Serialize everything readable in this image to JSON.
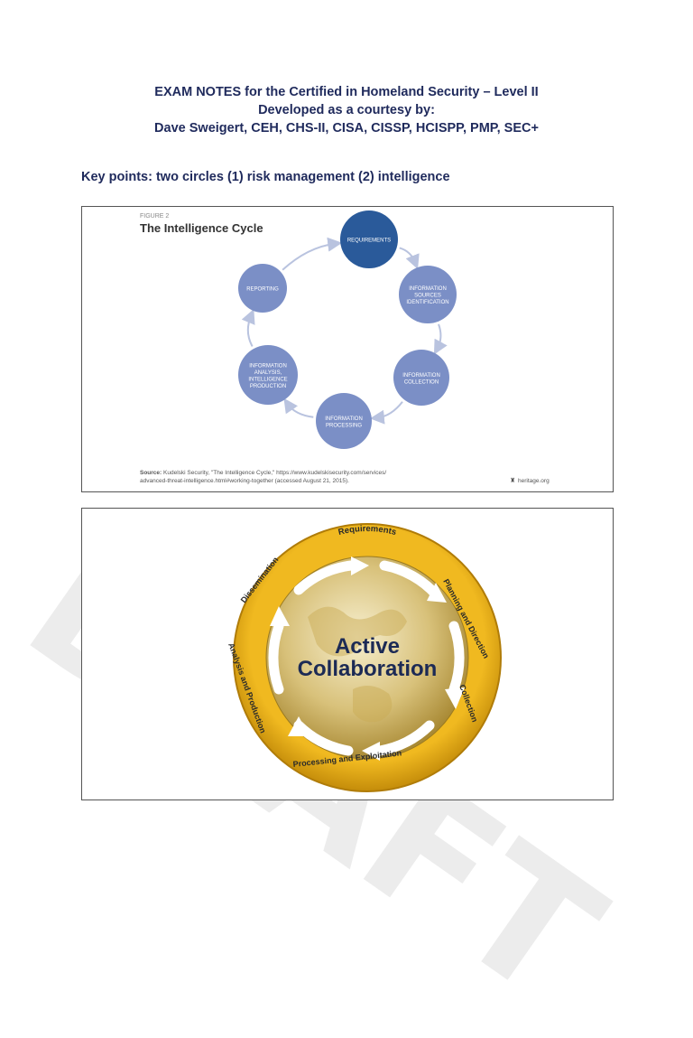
{
  "header": {
    "line1": "EXAM NOTES for the Certified in Homeland Security – Level II",
    "line2": "Developed as a courtesy by:",
    "line3": "Dave Sweigert, CEH, CHS-II, CISA, CISSP, HCISPP, PMP, SEC+"
  },
  "key_points": "Key points: two circles (1) risk management (2) intelligence",
  "figure1": {
    "label": "FIGURE 2",
    "title": "The Intelligence Cycle",
    "nodes": [
      {
        "lines": [
          "REQUIREMENTS"
        ]
      },
      {
        "lines": [
          "INFORMATION",
          "SOURCES",
          "IDENTIFICATION"
        ]
      },
      {
        "lines": [
          "INFORMATION",
          "COLLECTION"
        ]
      },
      {
        "lines": [
          "INFORMATION",
          "PROCESSING"
        ]
      },
      {
        "lines": [
          "INFORMATION",
          "ANALYSIS,",
          "INTELLIGENCE",
          "PRODUCTION"
        ]
      },
      {
        "lines": [
          "REPORTING"
        ]
      }
    ],
    "source_label": "Source:",
    "source_line1": " Kudelski Security, \"The Intelligence Cycle,\" https://www.kudelskisecurity.com/services/",
    "source_line2": "advanced-threat-intelligence.html#working-together (accessed August 21, 2015).",
    "brand": "heritage.org",
    "colors": {
      "active": "#2a5a9a",
      "node": "#7b8fc6",
      "arrow": "#b9c3df"
    }
  },
  "figure2": {
    "center_line1": "Active",
    "center_line2": "Collaboration",
    "ring_labels": {
      "requirements": "Requirements",
      "planning": "Planning and Direction",
      "collection": "Collection",
      "processing": "Processing and Exploitation",
      "analysis": "Analysis and Production",
      "dissemination": "Dissemination"
    },
    "colors": {
      "ring": "#e2a814",
      "ring_dark": "#b07c08",
      "globe": "#c9ad5a"
    }
  },
  "watermark": "DRAFT"
}
